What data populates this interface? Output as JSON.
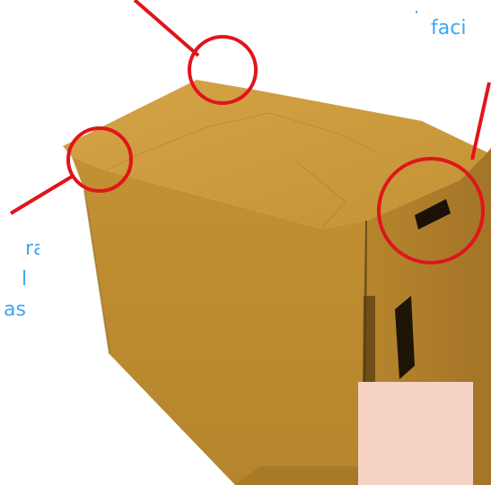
{
  "annotations": {
    "right_label": {
      "line1": "p",
      "line2": "faci"
    },
    "left_label": {
      "line1": "ra",
      "line2": "l",
      "line3": "as"
    }
  },
  "colors": {
    "text_blue": "#3ea6f2",
    "callout_red": "#e0151b",
    "cardboard_top": "#c99a3a",
    "cardboard_front": "#b98a35",
    "cardboard_side": "#a87a2b",
    "swatch": "#f7d3c6"
  },
  "icons": {
    "callout_circle": "circle-outline-icon",
    "pointer_line": "line-pointer-icon",
    "hand_hole": "handle-slot-icon"
  }
}
